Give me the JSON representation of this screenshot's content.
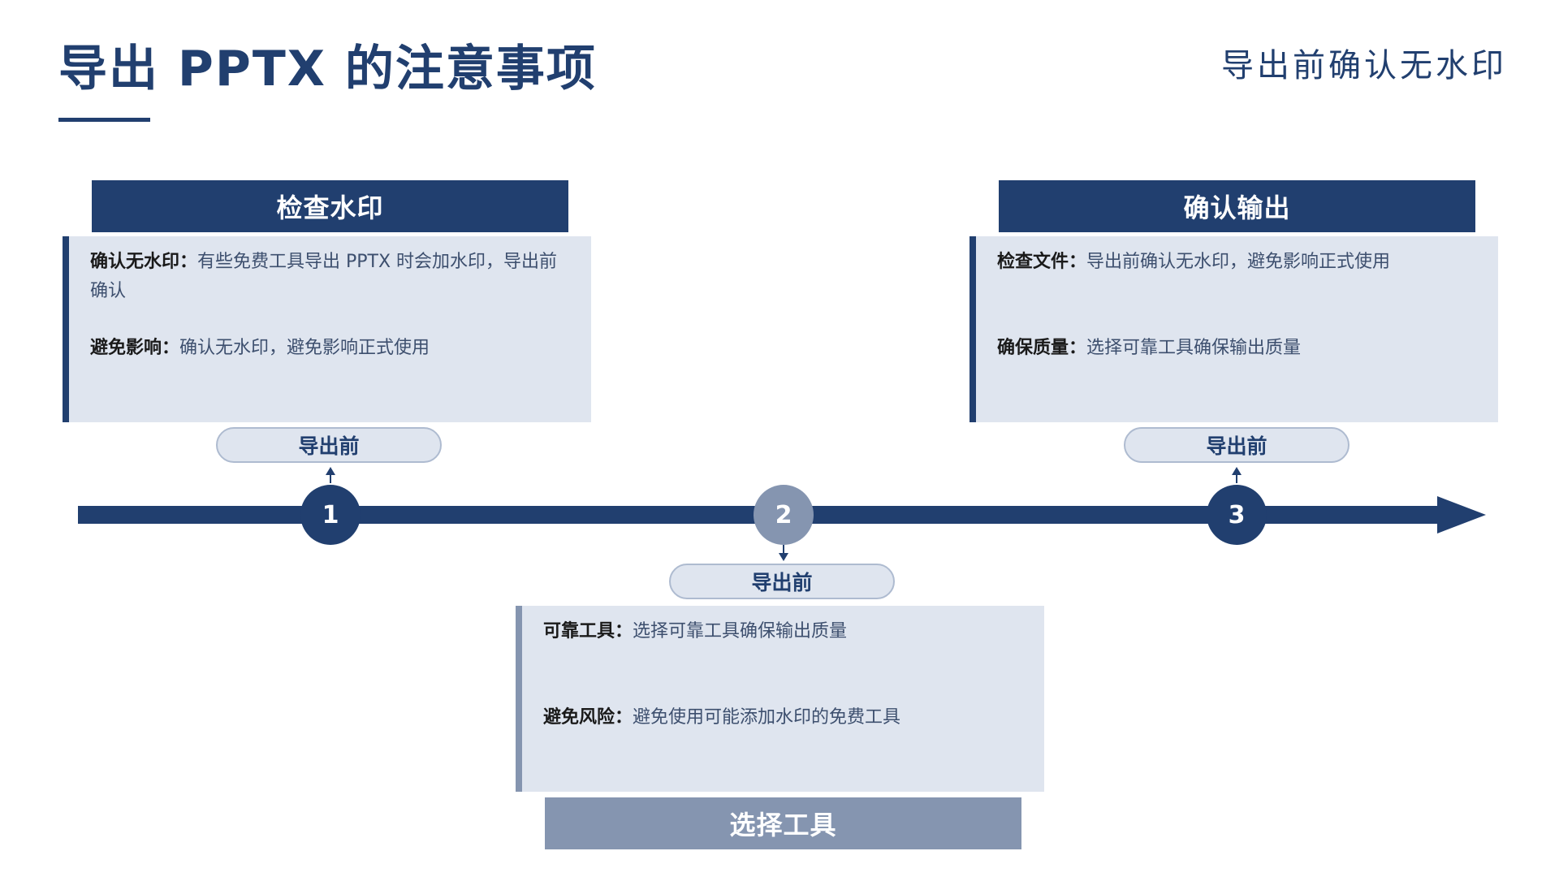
{
  "title": "导出 PPTX 的注意事项",
  "subtitle": "导出前确认无水印",
  "colors": {
    "primary": "#213f6f",
    "secondary": "#8595b0",
    "box_bg": "#dfe5ef",
    "pill_border": "#aebbd0"
  },
  "stages": [
    {
      "number": "1",
      "header": "检查水印",
      "tag": "导出前",
      "items": [
        {
          "key": "确认无水印：",
          "text": "有些免费工具导出 PPTX 时会加水印，导出前确认"
        },
        {
          "key": "避免影响：",
          "text": "确认无水印，避免影响正式使用"
        }
      ]
    },
    {
      "number": "2",
      "header": "选择工具",
      "tag": "导出前",
      "items": [
        {
          "key": "可靠工具：",
          "text": "选择可靠工具确保输出质量"
        },
        {
          "key": "避免风险：",
          "text": "避免使用可能添加水印的免费工具"
        }
      ]
    },
    {
      "number": "3",
      "header": "确认输出",
      "tag": "导出前",
      "items": [
        {
          "key": "检查文件：",
          "text": "导出前确认无水印，避免影响正式使用"
        },
        {
          "key": "确保质量：",
          "text": "选择可靠工具确保输出质量"
        }
      ]
    }
  ]
}
